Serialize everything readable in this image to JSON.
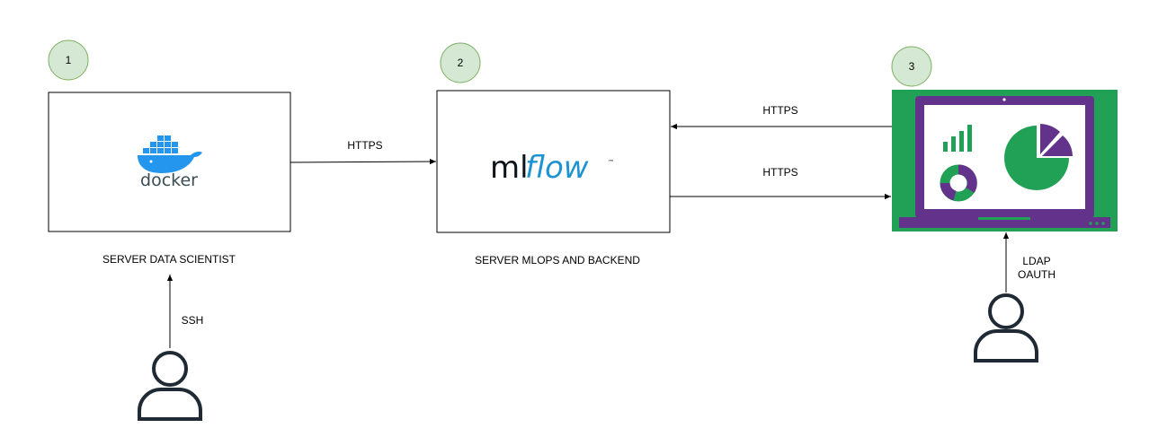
{
  "colors": {
    "step_badge_fill": "#d5e8d4",
    "step_badge_stroke": "#82b366",
    "laptop_green": "#21a155",
    "laptop_purple": "#63328a",
    "docker_blue": "#2496ed",
    "docker_text": "#394d54",
    "mlflow_dark": "#0f1419",
    "mlflow_blue": "#1d93d2",
    "line": "#000000"
  },
  "steps": [
    {
      "number": "1"
    },
    {
      "number": "2"
    },
    {
      "number": "3"
    }
  ],
  "nodes": {
    "data_scientist": {
      "label": "SERVER DATA SCIENTIST",
      "logo_icon": "docker-logo",
      "logo_text": "docker"
    },
    "mlops": {
      "label": "SERVER MLOPS AND BACKEND",
      "logo_icon": "mlflow-logo",
      "logo_text_ml": "ml",
      "logo_text_flow": "flow",
      "logo_tm": "™"
    },
    "dashboard": {
      "icon": "laptop-dashboard-icon"
    }
  },
  "edges": {
    "ds_to_mlflow": "HTTPS",
    "dashboard_to_mlflow": "HTTPS",
    "mlflow_to_dashboard": "HTTPS",
    "user_ssh": "SSH",
    "user_auth_line1": "LDAP",
    "user_auth_line2": "OAUTH"
  },
  "actors": [
    {
      "icon": "user-icon"
    },
    {
      "icon": "user-icon"
    }
  ]
}
